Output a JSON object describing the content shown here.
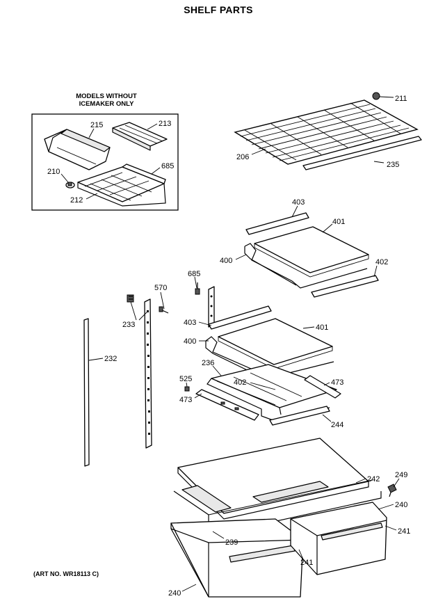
{
  "title": "SHELF PARTS",
  "inset_caption": [
    "MODELS WITHOUT",
    "ICEMAKER ONLY"
  ],
  "art_no": "(ART NO. WR18113 C)",
  "labels": {
    "p211": "211",
    "p206": "206",
    "p235": "235",
    "p215": "215",
    "p213": "213",
    "p210": "210",
    "p685a": "685",
    "p212": "212",
    "p403a": "403",
    "p401a": "401",
    "p400a": "400",
    "p402a": "402",
    "p685b": "685",
    "p570": "570",
    "p233": "233",
    "p403b": "403",
    "p401b": "401",
    "p400b": "400",
    "p236": "236",
    "p525": "525",
    "p402b": "402",
    "p473a": "473",
    "p473b": "473",
    "p244": "244",
    "p232": "232",
    "p242": "242",
    "p249": "249",
    "p240a": "240",
    "p241a": "241",
    "p239": "239",
    "p241b": "241",
    "p240b": "240"
  }
}
